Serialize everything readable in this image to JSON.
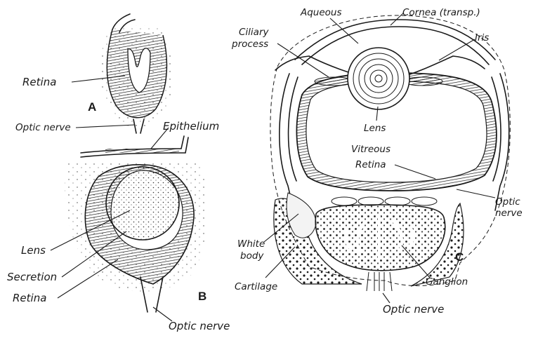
{
  "panels": {
    "a": "A",
    "b": "B",
    "c": "C"
  },
  "labels": {
    "a_retina": "Retina",
    "a_optic_nerve": "Optic nerve",
    "b_epithelium": "Epithelium",
    "b_lens": "Lens",
    "b_secretion": "Secretion",
    "b_retina": "Retina",
    "b_optic_nerve": "Optic nerve",
    "c_aqueous": "Aqueous",
    "c_cornea": "Cornea (transp.)",
    "c_ciliary_1": "Ciliary",
    "c_ciliary_2": "process",
    "c_iris": "Iris",
    "c_lens": "Lens",
    "c_vitreous": "Vitreous",
    "c_retina": "Retina",
    "c_optic_1": "Optic",
    "c_optic_2": "nerve",
    "c_white_1": "White",
    "c_white_2": "body",
    "c_cartilage": "Cartilage",
    "c_ganglion": "Ganglion",
    "c_optic_nerve": "Optic nerve"
  }
}
